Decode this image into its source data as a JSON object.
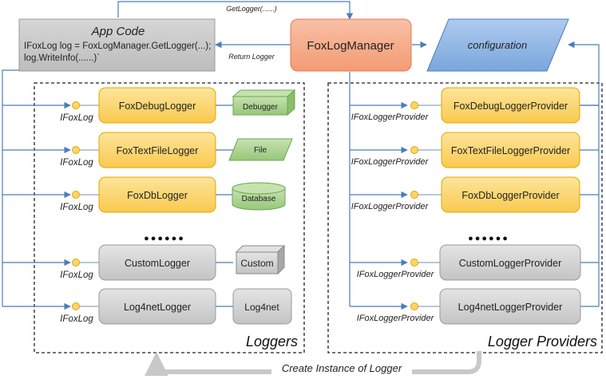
{
  "app_code": {
    "title": "App Code",
    "line1": "IFoxLog log = FoxLogManager.GetLogger(...);",
    "line2": "log.WriteInfo(......)`"
  },
  "manager": {
    "label": "FoxLogManager"
  },
  "configuration": {
    "label": "configuration"
  },
  "edges": {
    "get_logger": "GetLogger(......)",
    "return_logger": "Return  Logger",
    "create_instance": "Create Instance of Logger"
  },
  "loggers": {
    "title": "Loggers",
    "interface_label": "IFoxLog",
    "items": [
      {
        "name": "FoxDebugLogger",
        "target": "Debugger"
      },
      {
        "name": "FoxTextFileLogger",
        "target": "File"
      },
      {
        "name": "FoxDbLogger",
        "target": "Database"
      },
      {
        "name": "CustomLogger",
        "target": "Custom"
      },
      {
        "name": "Log4netLogger",
        "target": "Log4net"
      }
    ]
  },
  "providers": {
    "title": "Logger Providers",
    "interface_label": "IFoxLoggerProvider",
    "items": [
      {
        "name": "FoxDebugLoggerProvider"
      },
      {
        "name": "FoxTextFileLoggerProvider"
      },
      {
        "name": "FoxDbLoggerProvider"
      },
      {
        "name": "CustomLoggerProvider"
      },
      {
        "name": "Log4netLoggerProvider"
      }
    ]
  },
  "ellipsis": "●●●●●●",
  "colors": {
    "yellow_fill": "#fcd46a",
    "gray_fill": "#cfcfcf",
    "orange_fill": "#f6a785",
    "blue_fill": "#8fb4e3",
    "green_fill": "#a9d18e",
    "line_blue": "#4a7ebb"
  }
}
